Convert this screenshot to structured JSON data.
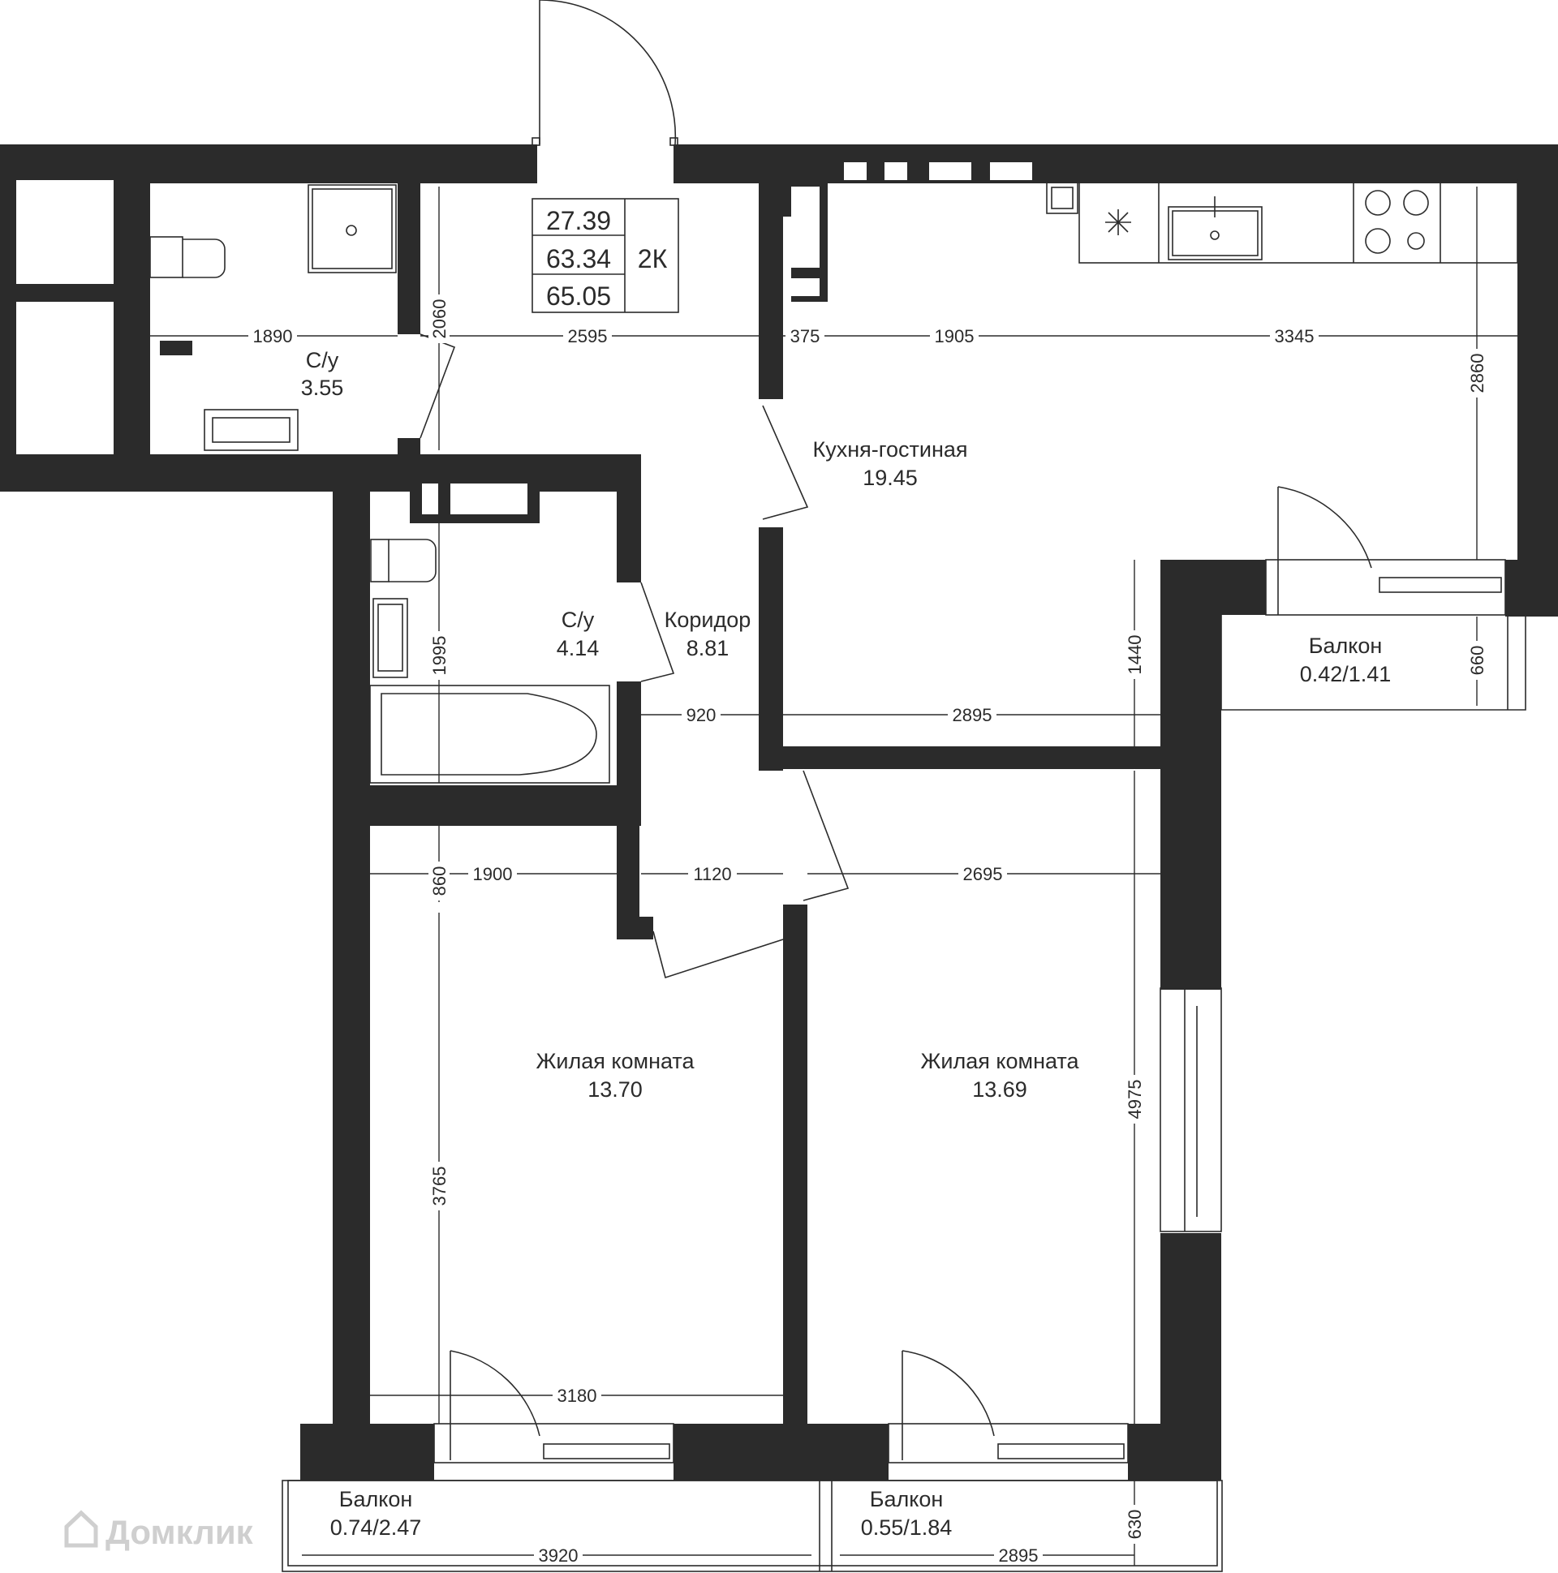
{
  "summary": {
    "living_area": "27.39",
    "total_area": "63.34",
    "total_with_balconies": "65.05",
    "room_type": "2К"
  },
  "rooms": {
    "wc1": {
      "name": "С/у",
      "area": "3.55"
    },
    "wc2": {
      "name": "С/у",
      "area": "4.14"
    },
    "corridor": {
      "name": "Коридор",
      "area": "8.81"
    },
    "kitchen": {
      "name": "Кухня-гостиная",
      "area": "19.45"
    },
    "bedroom1": {
      "name": "Жилая комната",
      "area": "13.70"
    },
    "bedroom2": {
      "name": "Жилая комната",
      "area": "13.69"
    },
    "balcony1": {
      "name": "Балкон",
      "area": "0.42/1.41"
    },
    "balcony2": {
      "name": "Балкон",
      "area": "0.74/2.47"
    },
    "balcony3": {
      "name": "Балкон",
      "area": "0.55/1.84"
    }
  },
  "dimensions": {
    "d1890": "1890",
    "d2595": "2595",
    "d375": "375",
    "d1905": "1905",
    "d3345": "3345",
    "d2060": "2060",
    "d2860": "2860",
    "d1440": "1440",
    "d660": "660",
    "d1995": "1995",
    "d920": "920",
    "d2895a": "2895",
    "d1900": "1900",
    "d1120": "1120",
    "d2695": "2695",
    "d860": "860",
    "d3765": "3765",
    "d4975": "4975",
    "d3180": "3180",
    "d3920": "3920",
    "d2895b": "2895",
    "d630": "630"
  },
  "watermark": "Домклик",
  "colors": {
    "wall": "#2b2b2b",
    "background": "#ffffff",
    "watermark": "#cfcfcf"
  }
}
